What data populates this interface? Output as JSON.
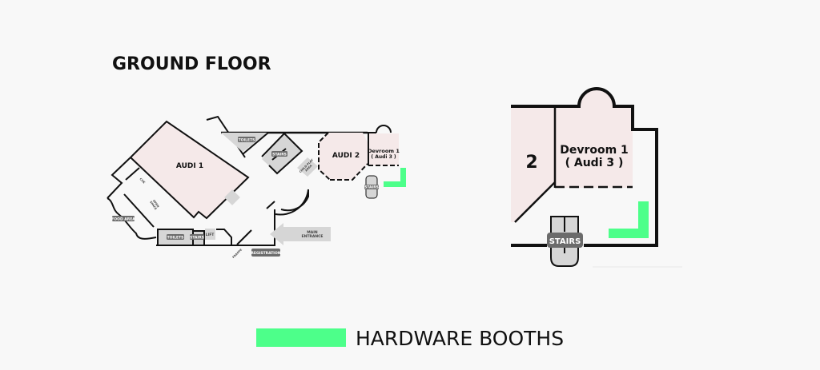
{
  "title": "GROUND FLOOR",
  "colors": {
    "hardware_booth": "#4dff8a",
    "room": "#f5e9e9",
    "wall": "#111111",
    "tag": "#6b6b6b"
  },
  "plan": {
    "audi1": "AUDI 1",
    "audi2": "AUDI 2",
    "devroom_line1": "Devroom 1",
    "devroom_line2": "( Audi 3 )",
    "toilets_top": "TOILETS",
    "stairs_mid": "STAIRS",
    "child_play_1": "CHILD PLAY",
    "child_play_2": "AREA",
    "stairs_right": "STAIRS",
    "food_area": "FOOD AREA",
    "toilets_bottom": "TOILETS",
    "stairs_bottom": "STAIRS",
    "lift": "LIFT",
    "main_entrance_1": "MAIN",
    "main_entrance_2": "ENTRANCE",
    "registration": "REGISTRATION",
    "frappe": "FRAPPE",
    "cuk": "CUK",
    "open_space_1": "OPEN",
    "open_space_2": "SPACE"
  },
  "detail": {
    "audi2_partial": "2",
    "devroom_line1": "Devroom 1",
    "devroom_line2": "( Audi 3 )",
    "stairs": "STAIRS"
  },
  "legend": {
    "label": "HARDWARE BOOTHS"
  }
}
